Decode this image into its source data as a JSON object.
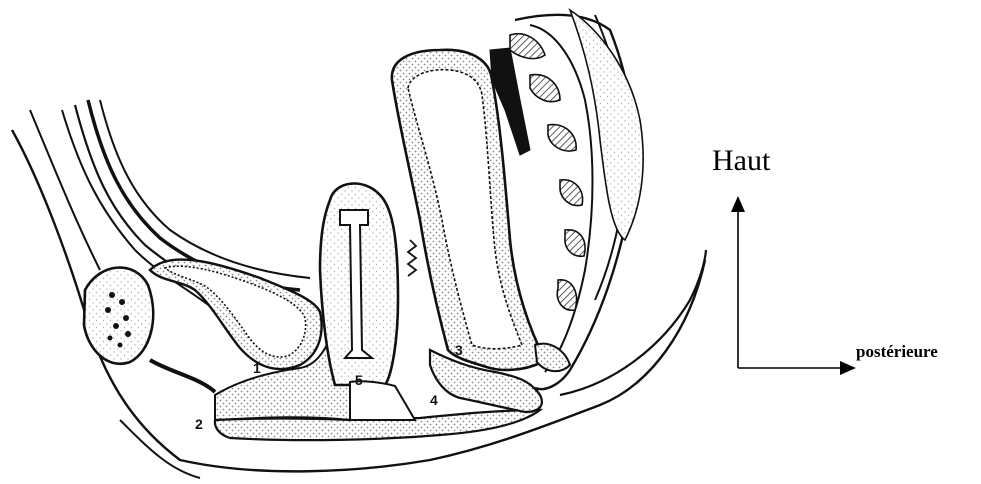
{
  "diagram": {
    "labels": [
      "1",
      "2",
      "3",
      "4",
      "5"
    ],
    "axes": {
      "up_label": "Haut",
      "right_label": "postérieure"
    },
    "colors": {
      "line": "#111111",
      "stipple": "#9a9a9a",
      "dark_fill": "#111111",
      "background": "#ffffff"
    }
  }
}
